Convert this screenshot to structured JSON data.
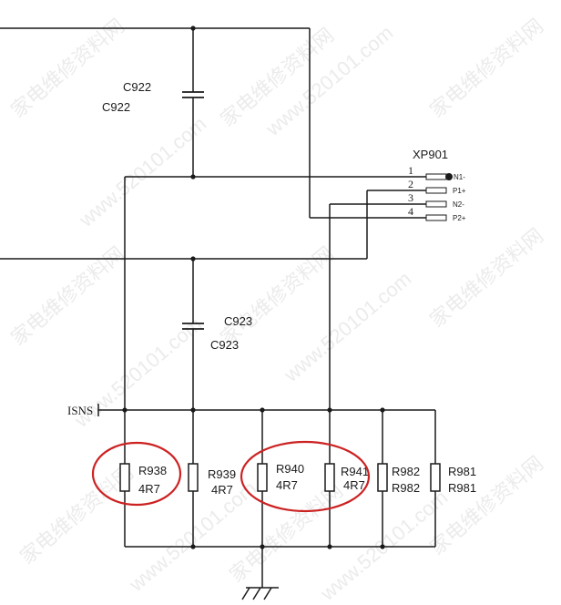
{
  "capacitors": {
    "c922": {
      "label_a": "C922",
      "label_b": "C922"
    },
    "c923": {
      "label_a": "C923",
      "label_b": "C923"
    }
  },
  "connector": {
    "ref": "XP901",
    "pins": [
      {
        "number": "1",
        "name": "N1-"
      },
      {
        "number": "2",
        "name": "P1+"
      },
      {
        "number": "3",
        "name": "N2-"
      },
      {
        "number": "4",
        "name": "P2+"
      }
    ]
  },
  "net_label": "ISNS",
  "resistors": [
    {
      "id": "r938",
      "line1": "R938",
      "line2": "4R7",
      "highlighted": true
    },
    {
      "id": "r939",
      "line1": "R939",
      "line2": "4R7",
      "highlighted": false
    },
    {
      "id": "r940",
      "line1": "R940",
      "line2": "4R7",
      "highlighted": true
    },
    {
      "id": "r941",
      "line1": "R941",
      "line2": "4R7",
      "highlighted": true
    },
    {
      "id": "r982",
      "line1": "R982",
      "line2": "R982",
      "highlighted": false
    },
    {
      "id": "r981",
      "line1": "R981",
      "line2": "R981",
      "highlighted": false
    }
  ],
  "watermark": {
    "text_a": "家电维修资料网",
    "text_b": "www.520101.com"
  },
  "colors": {
    "wire": "#1a1a1a",
    "highlight": "#cc2222",
    "watermark": "#c8c8c8"
  }
}
